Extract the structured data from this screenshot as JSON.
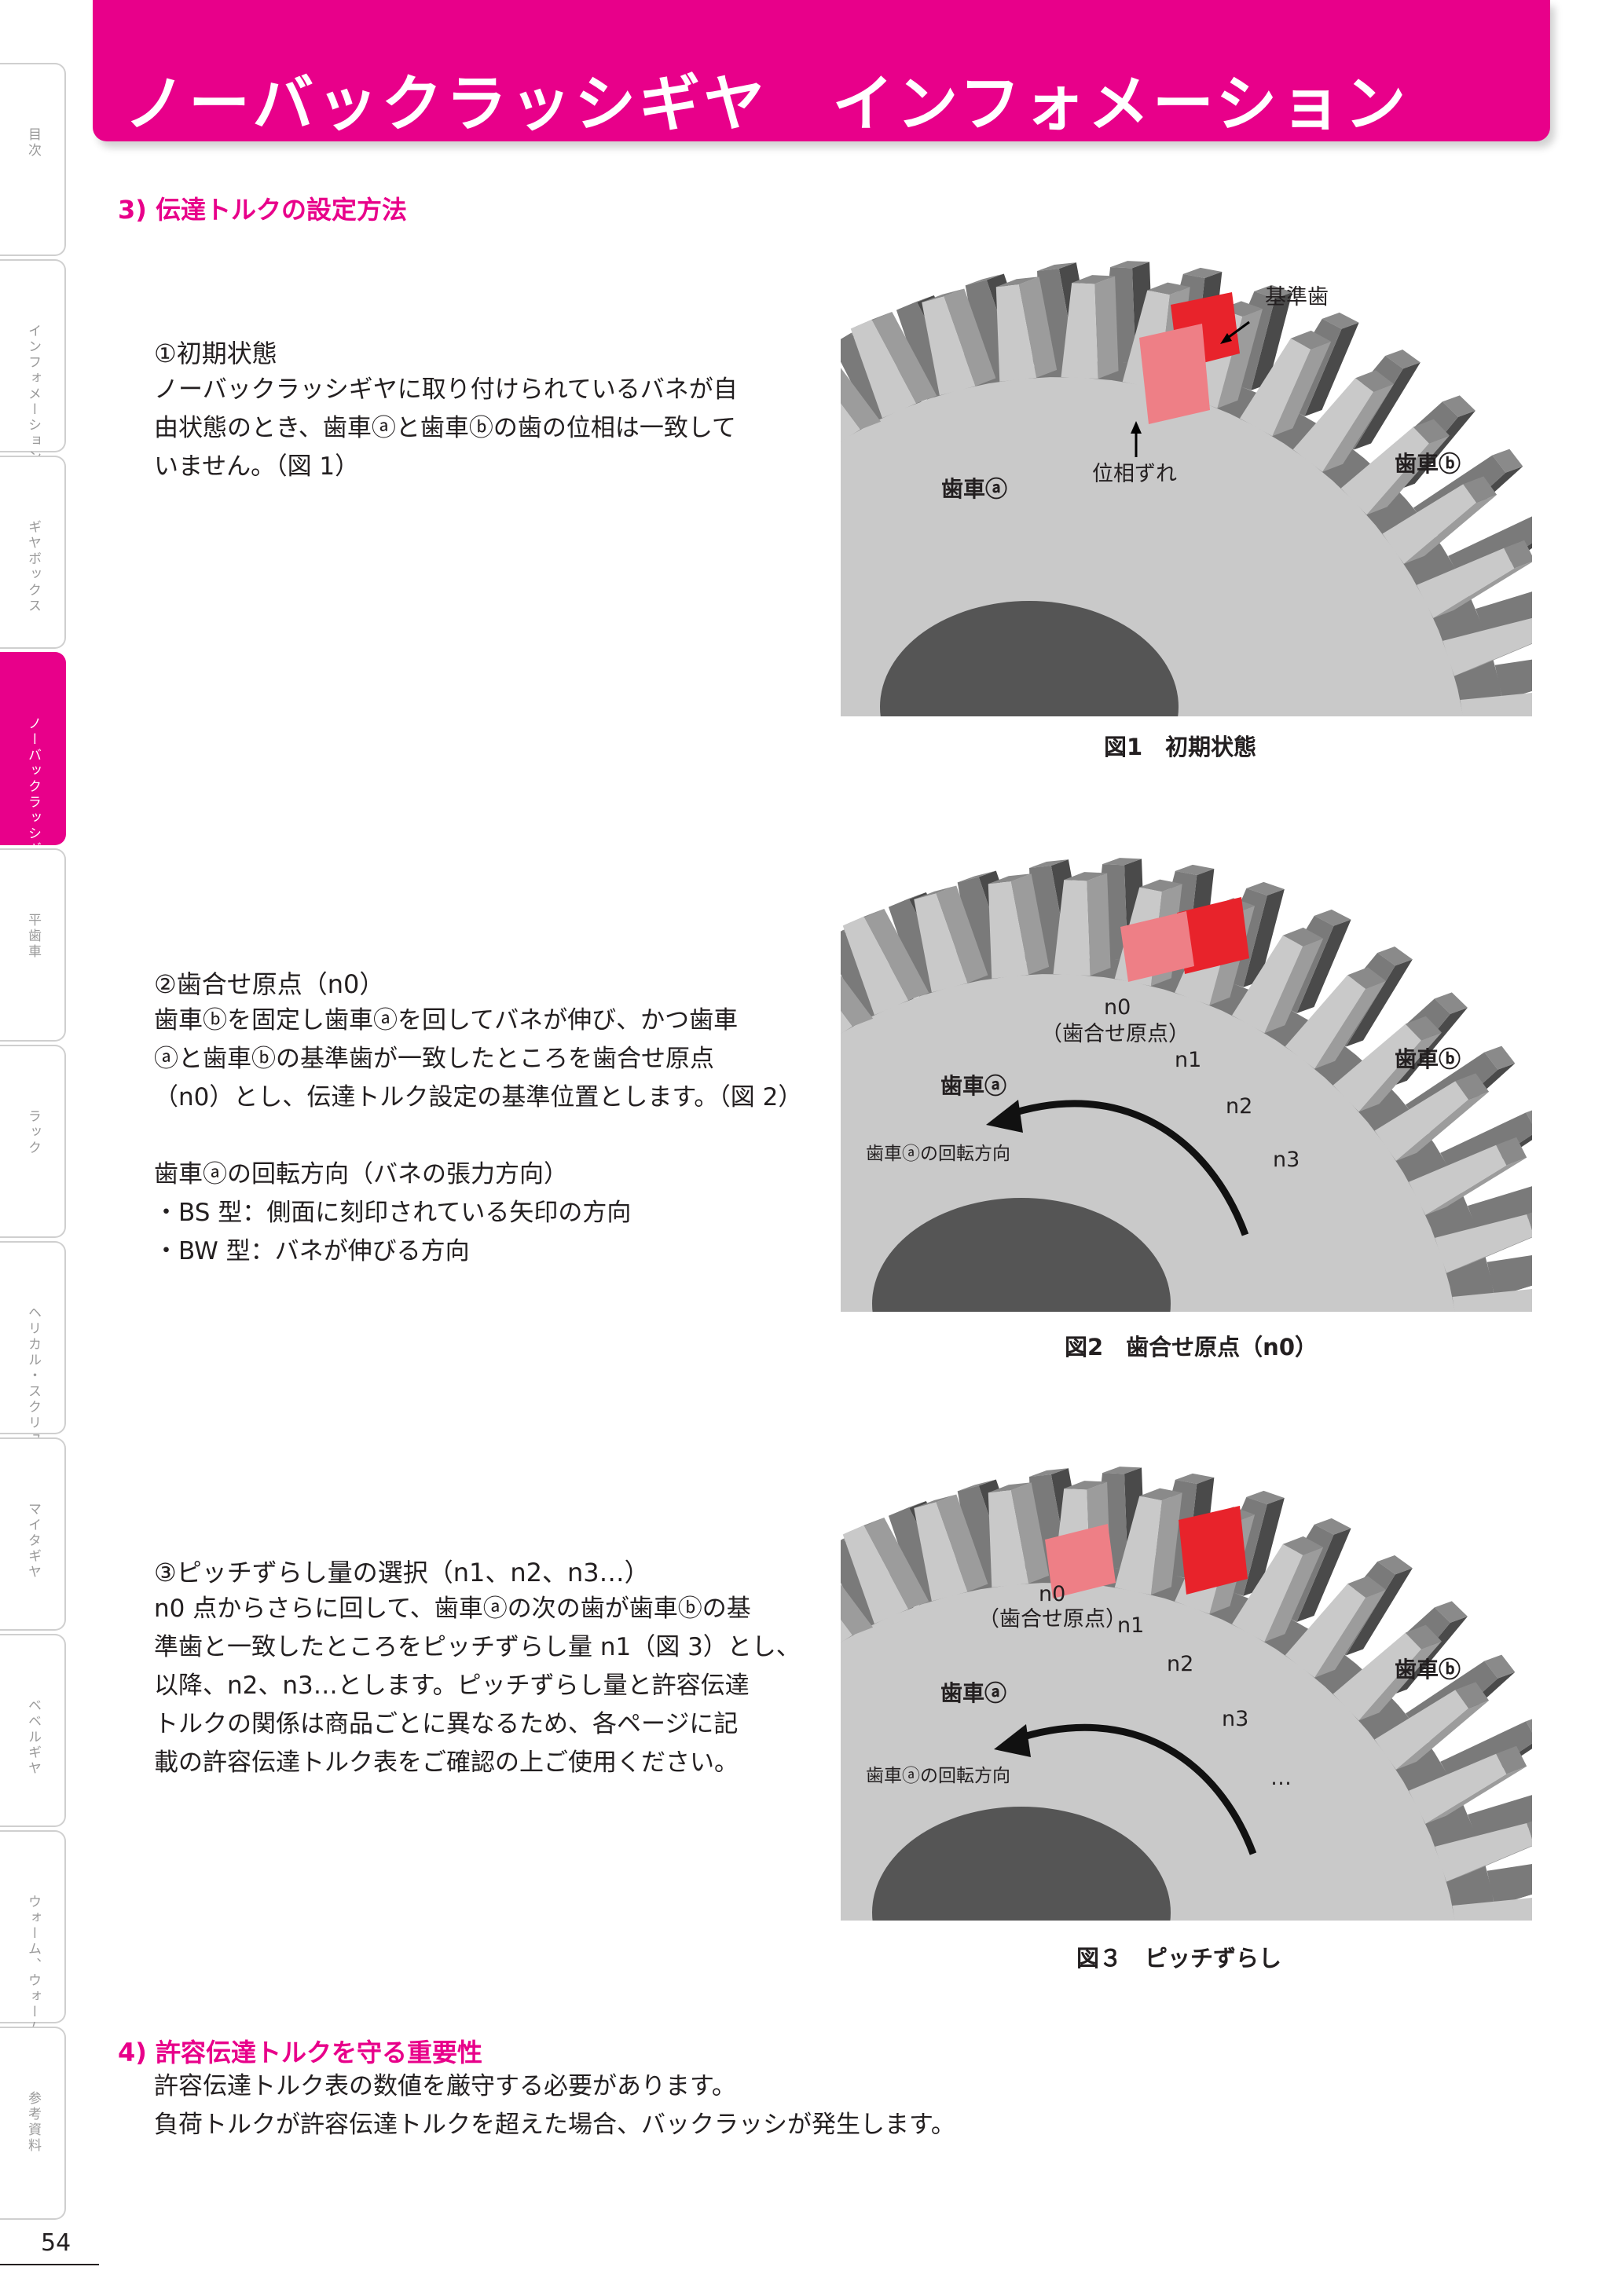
{
  "header": {
    "title": "ノーバックラッシギヤ　インフォメーション"
  },
  "side_tabs": [
    {
      "label": "目次",
      "active": false
    },
    {
      "label": "インフォメーション",
      "active": false
    },
    {
      "label": "ギヤボックス",
      "active": false
    },
    {
      "label": "ノーバックラッシギヤ",
      "active": true
    },
    {
      "label": "平歯車",
      "active": false
    },
    {
      "label": "ラック",
      "active": false
    },
    {
      "label": "ヘリカル・スクリューギヤ",
      "active": false
    },
    {
      "label": "マイタギヤ",
      "active": false
    },
    {
      "label": "ベベルギヤ",
      "active": false
    },
    {
      "label": "ウォーム、ウォームホイール",
      "active": false
    },
    {
      "label": "参考資料",
      "active": false
    }
  ],
  "page_number": "54",
  "colors": {
    "accent": "#e8008a",
    "tooth_red": "#e8232b",
    "tooth_pink": "#ee7f86",
    "gear_light": "#c9c9c9",
    "gear_dark": "#5b5b5b",
    "hub": "#555555"
  },
  "section3": {
    "title": "3) 伝達トルクの設定方法",
    "step1": {
      "title": "①初期状態",
      "lines": [
        "ノーバックラッシギヤに取り付けられているバネが自",
        "由状態のとき、歯車ⓐと歯車ⓑの歯の位相は一致して",
        "いません。（図 1）"
      ]
    },
    "step2": {
      "title": "②歯合せ原点（n0）",
      "lines": [
        "歯車ⓑを固定し歯車ⓐを回してバネが伸び、かつ歯車",
        "ⓐと歯車ⓑの基準歯が一致したところを歯合せ原点",
        "（n0）とし、伝達トルク設定の基準位置とします。（図 2）",
        "",
        "歯車ⓐの回転方向（バネの張力方向）",
        "・BS 型：側面に刻印されている矢印の方向",
        "・BW 型：バネが伸びる方向"
      ]
    },
    "step3": {
      "title": "③ピッチずらし量の選択（n1、n2、n3…）",
      "lines": [
        "n0 点からさらに回して、歯車ⓐの次の歯が歯車ⓑの基",
        "準歯と一致したところをピッチずらし量 n1（図 3）とし、",
        "以降、n2、n3…とします。ピッチずらし量と許容伝達",
        "トルクの関係は商品ごとに異なるため、各ページに記",
        "載の許容伝達トルク表をご確認の上ご使用ください。"
      ]
    }
  },
  "figures": {
    "fig1": {
      "caption": "図1　初期状態",
      "label_ref_tooth": "基準歯",
      "label_phase_shift": "位相ずれ",
      "label_gear_a": "歯車ⓐ",
      "label_gear_b": "歯車ⓑ"
    },
    "fig2": {
      "caption": "図2　歯合せ原点（n0）",
      "label_n0": "n0",
      "label_origin": "（歯合せ原点）",
      "label_n1": "n1",
      "label_n2": "n2",
      "label_n3": "n3",
      "label_gear_a": "歯車ⓐ",
      "label_gear_b": "歯車ⓑ",
      "label_rotation": "歯車ⓐの回転方向"
    },
    "fig3": {
      "caption": "図３　ピッチずらし",
      "label_n0": "n0",
      "label_origin": "（歯合せ原点）",
      "label_n1": "n1",
      "label_n2": "n2",
      "label_n3": "n3",
      "label_more": "…",
      "label_gear_a": "歯車ⓐ",
      "label_gear_b": "歯車ⓑ",
      "label_rotation": "歯車ⓐの回転方向"
    }
  },
  "section4": {
    "title": "4) 許容伝達トルクを守る重要性",
    "lines": [
      "許容伝達トルク表の数値を厳守する必要があります。",
      "負荷トルクが許容伝達トルクを超えた場合、バックラッシが発生します。"
    ]
  }
}
